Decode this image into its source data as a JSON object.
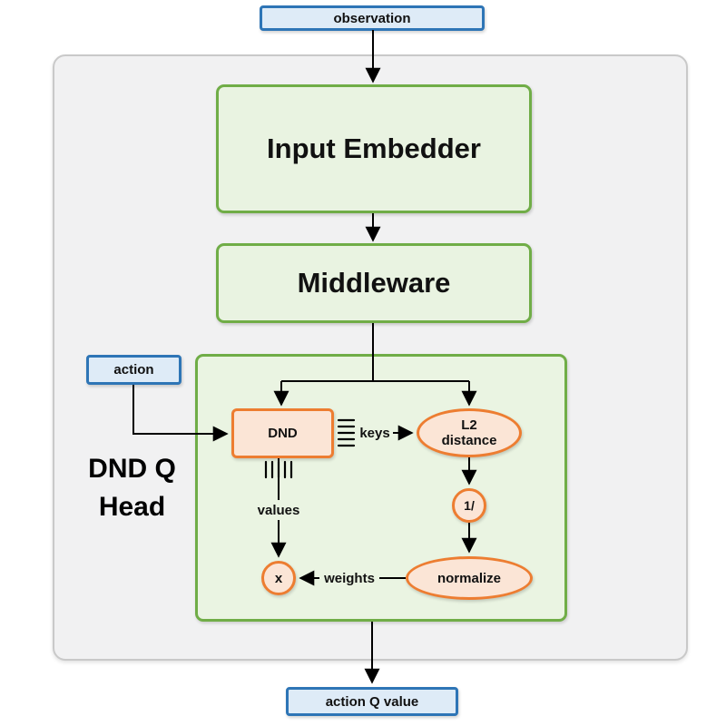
{
  "diagram": {
    "title": "DND Q Head",
    "head_label_line1": "DND Q",
    "head_label_line2": "Head",
    "nodes": {
      "observation": "observation",
      "input_embedder": "Input Embedder",
      "middleware": "Middleware",
      "action": "action",
      "dnd": "DND",
      "l2_distance": "L2 distance",
      "reciprocal": "1/",
      "normalize": "normalize",
      "multiply": "x",
      "action_q_value": "action Q value"
    },
    "edge_labels": {
      "keys": "keys",
      "values": "values",
      "weights": "weights"
    },
    "colors": {
      "blue_border": "#2e75b6",
      "blue_fill": "#deebf7",
      "green_border": "#70ad47",
      "green_fill": "#e9f3e1",
      "green_fill_inner": "#eaf4e2",
      "orange_border": "#ed7d31",
      "orange_fill": "#fbe5d6",
      "panel_fill": "#f1f1f2",
      "panel_border": "#c9c9c9",
      "arrow": "#000000"
    }
  }
}
